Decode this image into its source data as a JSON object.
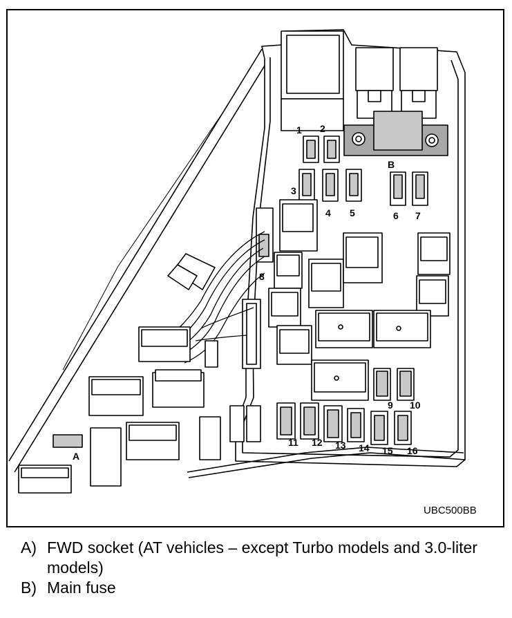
{
  "diagram": {
    "code": "UBC500BB",
    "labels": {
      "A": "A",
      "B": "B",
      "f1": "1",
      "f2": "2",
      "f3": "3",
      "f4": "4",
      "f5": "5",
      "f6": "6",
      "f7": "7",
      "f8": "8",
      "f9": "9",
      "f10": "10",
      "f11": "11",
      "f12": "12",
      "f13": "13",
      "f14": "14",
      "f15": "15",
      "f16": "16"
    }
  },
  "legend": [
    {
      "key": "A)",
      "text": "FWD socket (AT vehicles – except Turbo models and 3.0-liter models)"
    },
    {
      "key": "B)",
      "text": "Main fuse"
    }
  ],
  "colors": {
    "fuse_fill": "#c8c8c8",
    "bracket_fill": "#a8a8a8",
    "line": "#000000"
  }
}
